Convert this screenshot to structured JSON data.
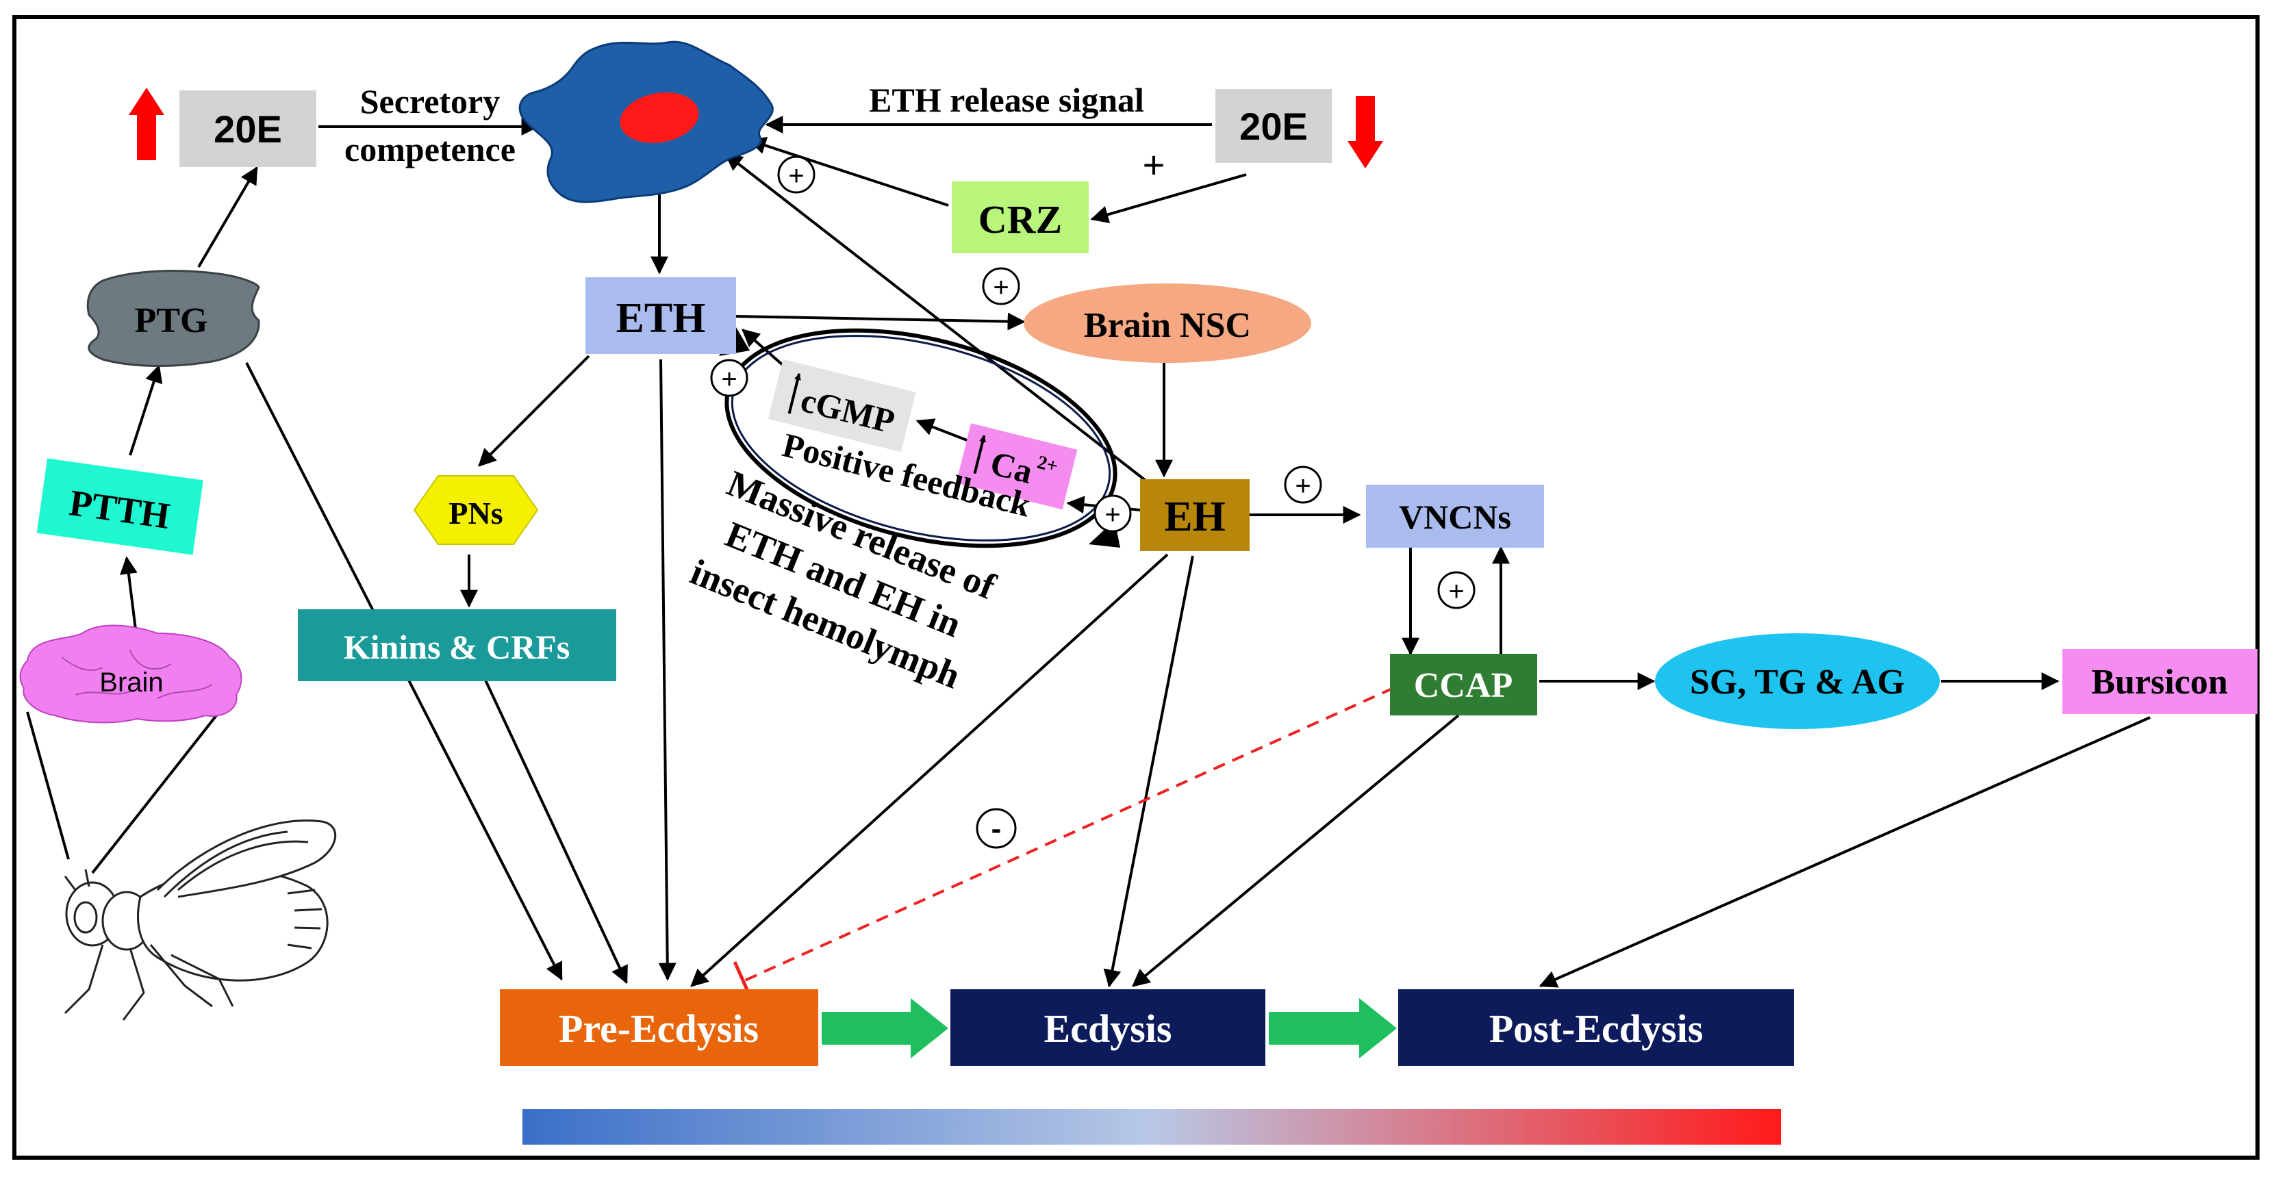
{
  "nodes": {
    "e20_left": "20E",
    "e20_right": "20E",
    "secretory_line1": "Secretory",
    "secretory_line2": "competence",
    "eth_release_signal": "ETH release signal",
    "plus_sign": "+",
    "crz": "CRZ",
    "ptg": "PTG",
    "ptth": "PTTH",
    "brain": "Brain",
    "eth": "ETH",
    "brain_nsc": "Brain NSC",
    "pns": "PNs",
    "kinins_crfs": "Kinins & CRFs",
    "cgmp": "cGMP",
    "ca": "Ca",
    "ca_sup": "2+",
    "positive_feedback": "Positive feedback",
    "eh": "EH",
    "vncns": "VNCNs",
    "massive_release": [
      "Massive release of",
      "ETH and EH in",
      "insect hemolymph"
    ],
    "ccap": "CCAP",
    "sg_tg_ag": "SG, TG & AG",
    "bursicon": "Bursicon",
    "pre_ecdysis": "Pre-Ecdysis",
    "ecdysis": "Ecdysis",
    "post_ecdysis": "Post-Ecdysis"
  },
  "signs": {
    "plus": "+",
    "minus": "-"
  },
  "colors": {
    "up_down_arrow": "#ff0000",
    "box_20e": "#d3d3d3",
    "crz": "#b8f57a",
    "ptg": "#6d7b80",
    "ptth": "#1ef7d0",
    "brain": "#f080f0",
    "eth": "#aabbee",
    "brain_nsc": "#f5a882",
    "pns": "#f4f000",
    "kinins": "#1a9a99",
    "eh": "#b8860b",
    "vncns": "#aabbee",
    "ccap": "#2e7d32",
    "sg_tg_ag": "#1ec4ef",
    "bursicon": "#f58cf0",
    "pre_ecdysis": "#e8650b",
    "ecdysis": "#0d1b5a",
    "green_arrow": "#1fbf5f",
    "inhibit": "#ee2222",
    "gradient_start": "#3a6fc8",
    "gradient_end": "#ff1a1a"
  }
}
